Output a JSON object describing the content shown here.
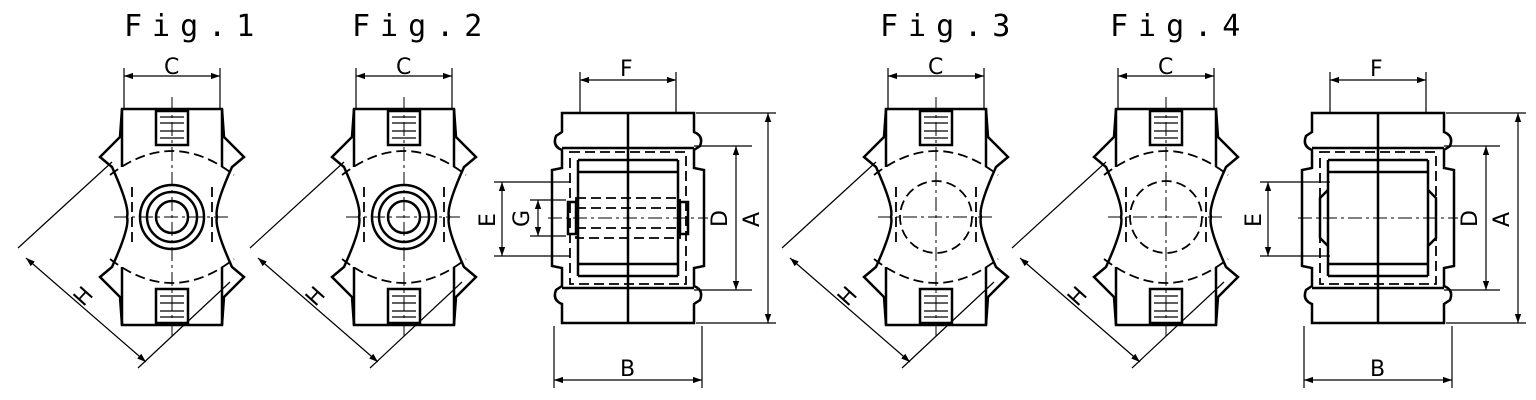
{
  "figures": {
    "fig1": "Fig.1",
    "fig2": "Fig.2",
    "fig3": "Fig.3",
    "fig4": "Fig.4"
  },
  "dimension_labels": {
    "A": "A",
    "B": "B",
    "C": "C",
    "D": "D",
    "E": "E",
    "F": "F",
    "G": "G",
    "H": "H"
  }
}
